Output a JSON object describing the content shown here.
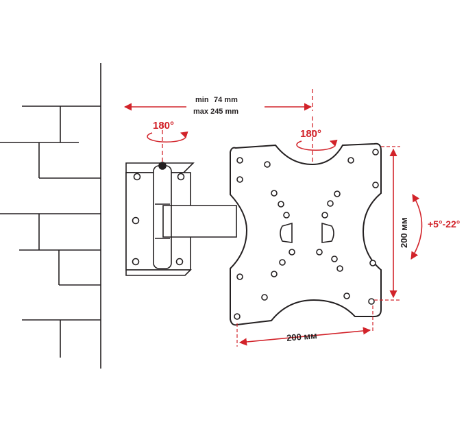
{
  "labels": {
    "depth_min_prefix": "min",
    "depth_min_value": "74 mm",
    "depth_max": "max 245 mm",
    "rotation_wall": "180°",
    "rotation_plate": "180°",
    "vertical_spacing": "200 мм",
    "horizontal_spacing": "200 мм",
    "tilt_range": "+5°-22°"
  },
  "colors": {
    "accent": "#d2232a",
    "line": "#231f20",
    "fill": "#ffffff"
  }
}
